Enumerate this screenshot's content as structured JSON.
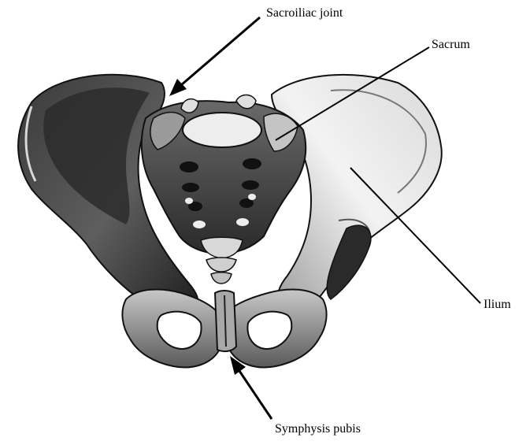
{
  "diagram": {
    "labels": {
      "sacroiliac_joint": "Sacroiliac joint",
      "sacrum": "Sacrum",
      "ilium": "Ilium",
      "symphysis_pubis": "Symphysis pubis"
    },
    "colors": {
      "line": "#000000",
      "bone_light": "#f2f2f2",
      "bone_mid": "#8c8c8c",
      "bone_dark": "#262626",
      "background": "#ffffff"
    }
  }
}
